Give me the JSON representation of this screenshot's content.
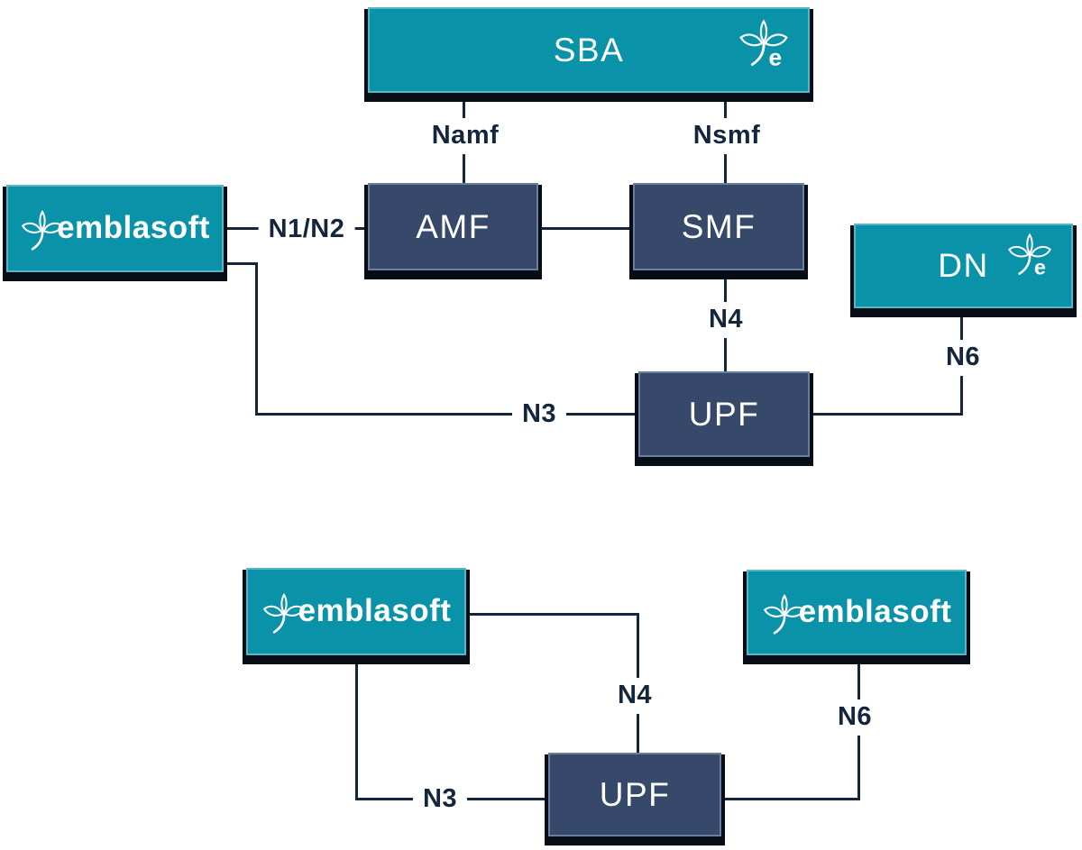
{
  "colors": {
    "teal": "#0A92A8",
    "navy": "#36496A",
    "connector": "#13263C",
    "shadow": "#070D16",
    "text_on_box": "#FFFFFF"
  },
  "top_diagram": {
    "sba": "SBA",
    "amf": "AMF",
    "smf": "SMF",
    "upf": "UPF",
    "dn": "DN",
    "emblasoft": "emblasoft",
    "links": {
      "namf": "Namf",
      "nsmf": "Nsmf",
      "n1n2": "N1/N2",
      "n4": "N4",
      "n3": "N3",
      "n6": "N6"
    }
  },
  "bottom_diagram": {
    "emblasoft_left": "emblasoft",
    "emblasoft_right": "emblasoft",
    "upf": "UPF",
    "links": {
      "n4": "N4",
      "n3": "N3",
      "n6": "N6"
    }
  },
  "logo": {
    "letter": "e"
  }
}
